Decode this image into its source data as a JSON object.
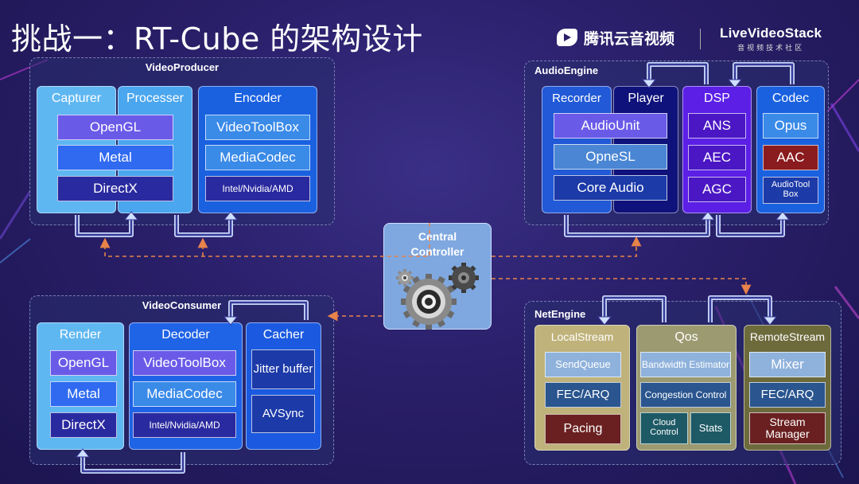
{
  "title": "挑战一：RT-Cube 的架构设计",
  "logos": {
    "tencent": "腾讯云音视频",
    "lvs_main": "LiveVideoStack",
    "lvs_sub": "音视频技术社区"
  },
  "central": {
    "line1": "Central",
    "line2": "Controller"
  },
  "video_producer": {
    "title": "VideoProducer",
    "capturer": "Capturer",
    "processer": "Processer",
    "encoder": "Encoder",
    "proc_items": [
      "OpenGL",
      "Metal",
      "DirectX"
    ],
    "enc_items": [
      "VideoToolBox",
      "MediaCodec",
      "Intel/Nvidia/AMD"
    ]
  },
  "audio_engine": {
    "title": "AudioEngine",
    "recorder": "Recorder",
    "player": "Player",
    "dsp": "DSP",
    "codec": "Codec",
    "rp_items": [
      "AudioUnit",
      "OpneSL",
      "Core Audio"
    ],
    "dsp_items": [
      "ANS",
      "AEC",
      "AGC"
    ],
    "codec_items": [
      "Opus",
      "AAC",
      "AudioTool Box"
    ]
  },
  "video_consumer": {
    "title": "VideoConsumer",
    "render": "Render",
    "decoder": "Decoder",
    "cacher": "Cacher",
    "render_items": [
      "OpenGL",
      "Metal",
      "DirectX"
    ],
    "decoder_items": [
      "VideoToolBox",
      "MediaCodec",
      "Intel/Nvidia/AMD"
    ],
    "cacher_items": [
      "Jitter buffer",
      "AVSync"
    ]
  },
  "net_engine": {
    "title": "NetEngine",
    "local": "LocalStream",
    "qos": "Qos",
    "remote": "RemoteStream",
    "local_items": [
      "SendQueue",
      "FEC/ARQ",
      "Pacing"
    ],
    "qos_items": [
      "Bandwidth Estimator",
      "Congestion Control",
      "Cloud Control",
      "Stats"
    ],
    "remote_items": [
      "Mixer",
      "FEC/ARQ",
      "Stream Manager"
    ]
  },
  "colors": {
    "connector": "#e8834a",
    "flow_arrow": "#cfe0ff"
  }
}
